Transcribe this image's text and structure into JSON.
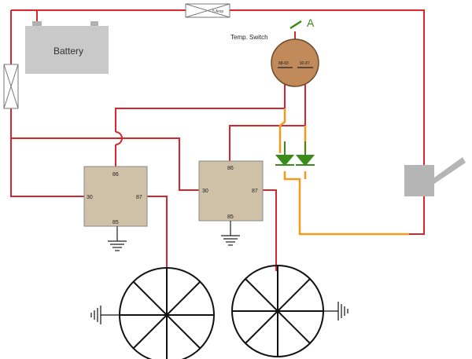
{
  "battery": {
    "label": "Battery"
  },
  "fuse_top": {
    "label": "5 Amp"
  },
  "fuse_left": {
    "label": ""
  },
  "temp_switch": {
    "label": "Temp. Switch",
    "terminal_left": "88-83",
    "terminal_right": "92-87"
  },
  "annotation": {
    "label": "A"
  },
  "relay_1": {
    "pin_top": "86",
    "pin_left": "30",
    "pin_right": "87",
    "pin_bottom": "85"
  },
  "relay_2": {
    "pin_top": "86",
    "pin_left": "30",
    "pin_right": "87",
    "pin_bottom": "85"
  },
  "colors": {
    "wire_red": "#d9262c",
    "wire_orange": "#f39a1e",
    "diode_green": "#3a8c1a",
    "relay_fill": "#cfc0a8",
    "battery_fill": "#c9c9c9",
    "switch_fill": "#c08a5a",
    "sensor_fill": "#b5b5b5",
    "annotation_green": "#3a8c1a"
  }
}
